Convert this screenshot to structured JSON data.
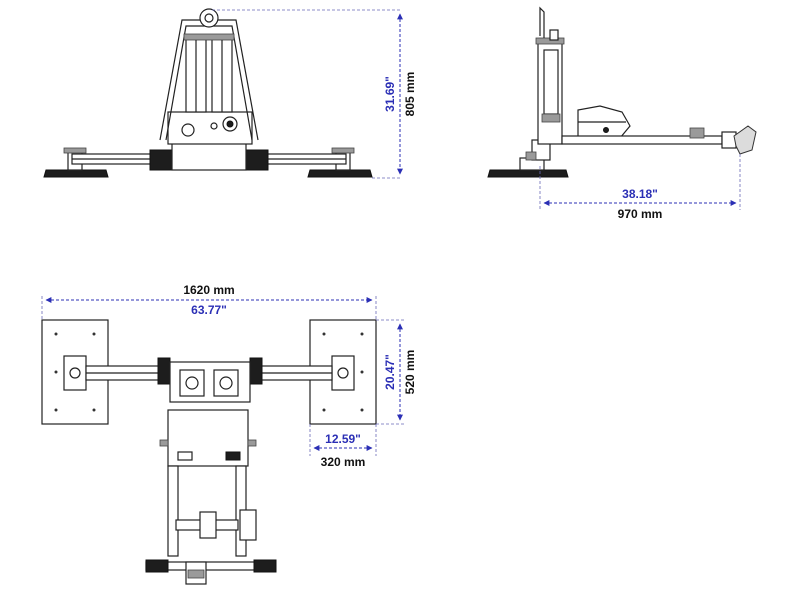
{
  "dimensions": {
    "front_height_in": "31.69\"",
    "front_height_mm": "805 mm",
    "side_length_in": "38.18\"",
    "side_length_mm": "970 mm",
    "top_width_mm": "1620 mm",
    "top_width_in": "63.77\"",
    "pad_height_in": "20.47\"",
    "pad_height_mm": "520 mm",
    "pad_width_in": "12.59\"",
    "pad_width_mm": "320 mm"
  },
  "colors": {
    "dimension_blue": "#2b2fb5",
    "line_black": "#222222"
  }
}
